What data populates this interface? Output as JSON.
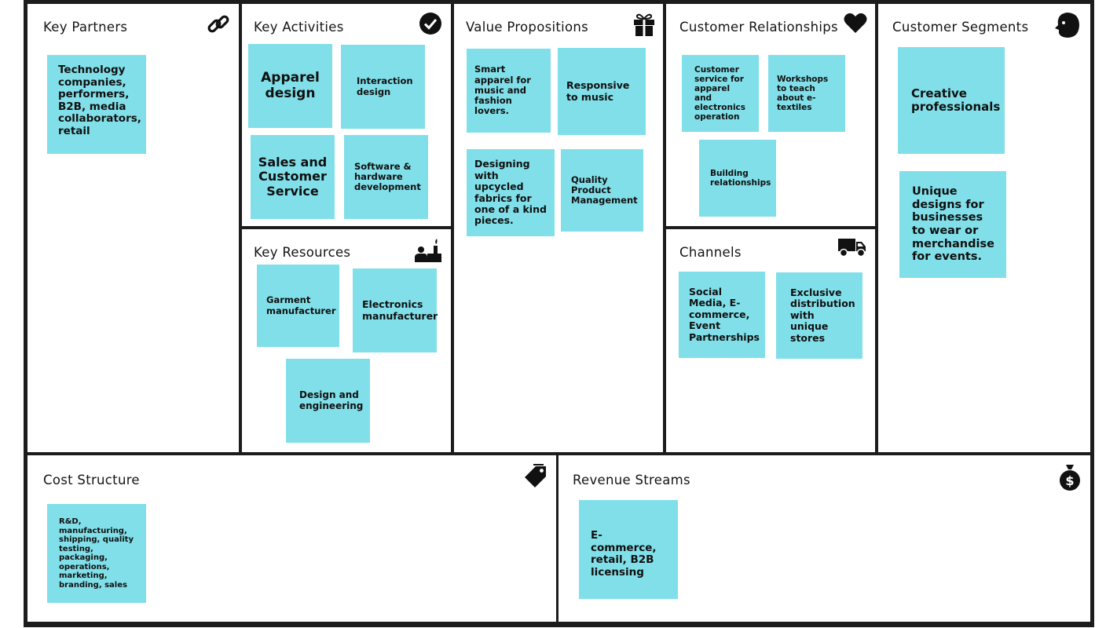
{
  "canvas": {
    "key_partners": {
      "title": "Key Partners",
      "icon": "link-icon",
      "notes": [
        "Technology companies, performers, B2B, media collaborators, retail"
      ]
    },
    "key_activities": {
      "title": "Key Activities",
      "icon": "checkmark-icon",
      "notes": [
        "Apparel design",
        "Interaction design",
        "Sales and Customer Service",
        "Software & hardware development"
      ]
    },
    "key_resources": {
      "title": "Key Resources",
      "icon": "worker-factory-icon",
      "notes": [
        "Garment manufacturer",
        "Electronics manufacturer",
        "Design and engineering"
      ]
    },
    "value_propositions": {
      "title": "Value Propositions",
      "icon": "gift-icon",
      "notes": [
        "Smart apparel for music and fashion lovers.",
        "Responsive to music",
        "Designing with upcycled fabrics for one of a kind pieces.",
        "Quality Product Management"
      ]
    },
    "customer_relationships": {
      "title": "Customer Relationships",
      "icon": "heart-icon",
      "notes": [
        "Customer service for apparel and electronics operation",
        "Workshops to teach about e-textiles",
        "Building relationships"
      ]
    },
    "channels": {
      "title": "Channels",
      "icon": "truck-icon",
      "notes": [
        "Social Media, E-commerce, Event Partnerships",
        "Exclusive distribution with unique stores"
      ]
    },
    "customer_segments": {
      "title": "Customer Segments",
      "icon": "face-icon",
      "notes": [
        "Creative professionals",
        "Unique designs for businesses to wear or merchandise for events."
      ]
    },
    "cost_structure": {
      "title": "Cost Structure",
      "icon": "price-tag-icon",
      "notes": [
        "R&D, manufacturing, shipping, quality testing, packaging, operations, marketing, branding, sales"
      ]
    },
    "revenue_streams": {
      "title": "Revenue Streams",
      "icon": "money-bag-icon",
      "notes": [
        "E-commerce, retail, B2B licensing"
      ]
    }
  },
  "colors": {
    "sticky_note": "#81dfe9",
    "grid_line": "#1c1c1c",
    "background": "#ffffff"
  }
}
